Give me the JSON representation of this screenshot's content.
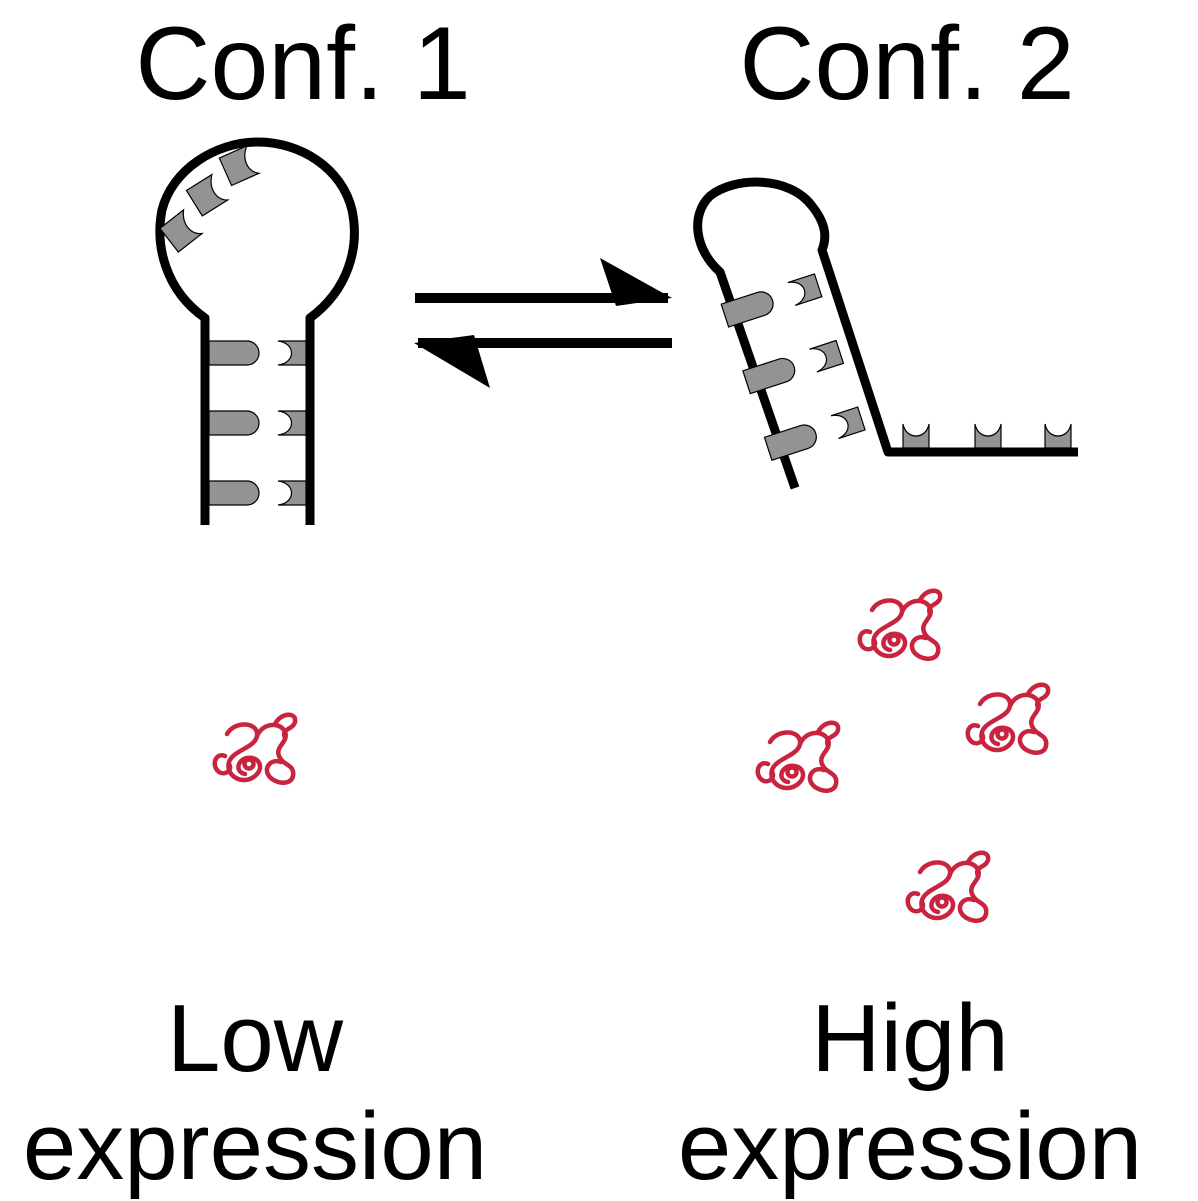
{
  "conf1": {
    "title": "Conf. 1"
  },
  "conf2": {
    "title": "Conf. 2"
  },
  "low": {
    "line1": "Low",
    "line2": "expression"
  },
  "high": {
    "line1": "High",
    "line2": "expression"
  },
  "colors": {
    "base": "#939393",
    "backbone": "#000000",
    "protein": "#c8233f"
  }
}
